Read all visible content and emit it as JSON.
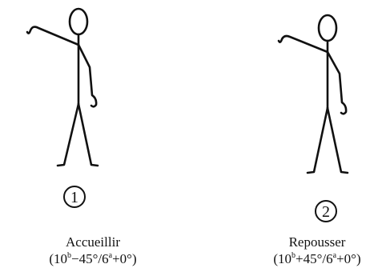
{
  "figures": [
    {
      "number": "1",
      "name": "Accueillir",
      "notation": {
        "open": "(10",
        "sup1": "b",
        "middle": "−45°/6",
        "sup2": "a",
        "close": "+0°)"
      }
    },
    {
      "number": "2",
      "name": "Repousser",
      "notation": {
        "open": "(10",
        "sup1": "b",
        "middle": "+45°/6",
        "sup2": "a",
        "close": "+0°)"
      }
    }
  ]
}
